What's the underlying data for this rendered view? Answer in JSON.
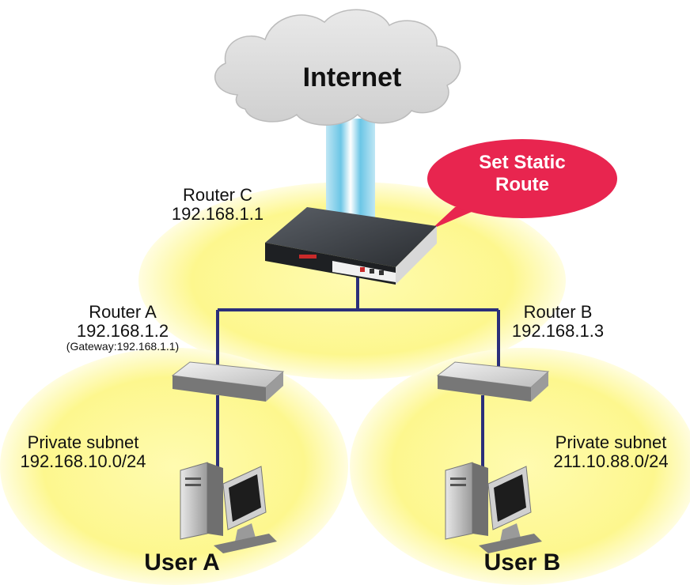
{
  "cloud": {
    "label": "Internet"
  },
  "callout": {
    "line1": "Set",
    "line2": "Static Route"
  },
  "router_c": {
    "name": "Router C",
    "ip": "192.168.1.1"
  },
  "router_a": {
    "name": "Router A",
    "ip": "192.168.1.2",
    "gateway": "(Gateway:192.168.1.1)"
  },
  "router_b": {
    "name": "Router B",
    "ip": "192.168.1.3"
  },
  "subnet_a": {
    "label": "Private subnet",
    "cidr": "192.168.10.0/24"
  },
  "subnet_b": {
    "label": "Private subnet",
    "cidr": "211.10.88.0/24"
  },
  "user_a": {
    "label": "User A"
  },
  "user_b": {
    "label": "User B"
  },
  "colors": {
    "zone_fill": "#fdfa9a",
    "zone_edge": "#ffffff",
    "cloud": "#d7d7d7",
    "callout": "#e8254f",
    "link": "#2b2f7a",
    "beam": "#a8dcef"
  }
}
